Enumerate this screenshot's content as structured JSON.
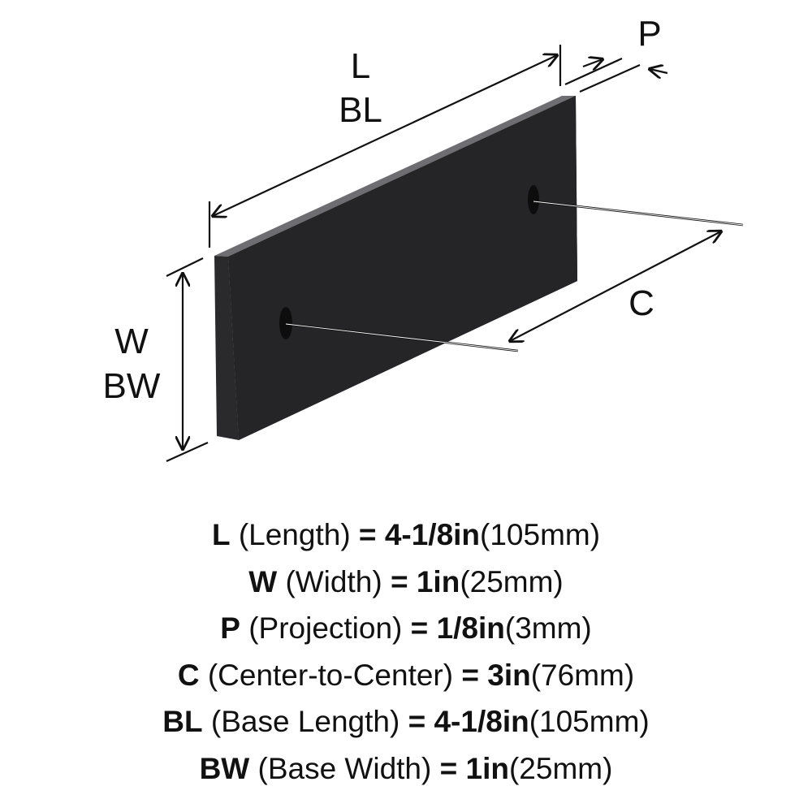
{
  "colors": {
    "plate_face": "#2a2a2d",
    "plate_top": "#6e6e72",
    "plate_side": "#1a1a1c",
    "ink": "#111111",
    "background": "#ffffff"
  },
  "diagram": {
    "labels": {
      "length": "L",
      "base_length": "BL",
      "projection": "P",
      "width": "W",
      "base_width": "BW",
      "center_to_center": "C"
    }
  },
  "specs": [
    {
      "code": "L",
      "name": "(Length)",
      "eq": "=",
      "value": "4-1/8in",
      "metric": "(105mm)"
    },
    {
      "code": "W",
      "name": "(Width)",
      "eq": "=",
      "value": "1in",
      "metric": "(25mm)"
    },
    {
      "code": "P",
      "name": "(Projection)",
      "eq": "=",
      "value": "1/8in",
      "metric": "(3mm)"
    },
    {
      "code": "C",
      "name": "(Center-to-Center)",
      "eq": "=",
      "value": "3in",
      "metric": "(76mm)"
    },
    {
      "code": "BL",
      "name": "(Base Length)",
      "eq": "=",
      "value": "4-1/8in",
      "metric": "(105mm)"
    },
    {
      "code": "BW",
      "name": "(Base Width)",
      "eq": "=",
      "value": "1in",
      "metric": "(25mm)"
    }
  ]
}
